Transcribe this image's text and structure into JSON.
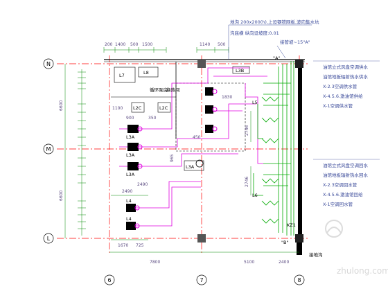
{
  "colors": {
    "grid": "#ff0000",
    "dim": "#008800",
    "pipe_green": "#00aa00",
    "pipe_magenta": "#e000e0",
    "wall": "#000000",
    "text_blue": "#3a4a9a",
    "text_purple": "#5a4a80",
    "watermark": "#c0c0c0"
  },
  "top_notes": [
    "地沟 200x200(h),上设钢铁网板,波向集水坑",
    "沟底横 纵向设坡度:0.01"
  ],
  "slope_note": "接管坡~15\"A\"",
  "section_marks": {
    "a": "\"A\"",
    "b": "\"B\""
  },
  "top_dims": [
    "200",
    "1400",
    "500",
    "1500",
    "1140",
    "500"
  ],
  "left_dims": [
    "6600",
    "6600"
  ],
  "bottom_dims": [
    "7800",
    "5100",
    "2400"
  ],
  "row_axes": [
    "N",
    "M",
    "L"
  ],
  "col_axes": [
    "6",
    "7",
    "8"
  ],
  "room_labels": [
    "循环泵房",
    "换热间"
  ],
  "equipment": {
    "l7": "L7",
    "l8": "L8",
    "l3b": "L3B",
    "l2c_a": "L2C",
    "l2c_b": "L2C",
    "l3a_1": "L3A",
    "l3a_2": "L3A",
    "l3a_3": "L3A",
    "l3a_4": "L3A",
    "l4_1": "L4",
    "l4_2": "L4",
    "l5": "L5",
    "l6": "L6",
    "kz1": "KZ1"
  },
  "misc_dims": [
    "900",
    "1100",
    "350",
    "965",
    "450",
    "2746",
    "2746",
    "2490",
    "1670",
    "725",
    "1830",
    "2490"
  ],
  "legend_top": [
    "油馆立式风盘空调供水",
    "油馆地板辐射热水供水",
    "X-2.3空调供水管",
    "X-4.5.6.激油馆供给",
    "X-1空调供水管"
  ],
  "legend_bottom": [
    "油馆立式风盘空调回水",
    "油馆地板辐射热水回水",
    "X-2.3空调回水管",
    "X-4.5.6.激油馆回给",
    "X-1空调回水管"
  ],
  "bottom_right_note": "接地沟",
  "watermark": "zhulong.com"
}
